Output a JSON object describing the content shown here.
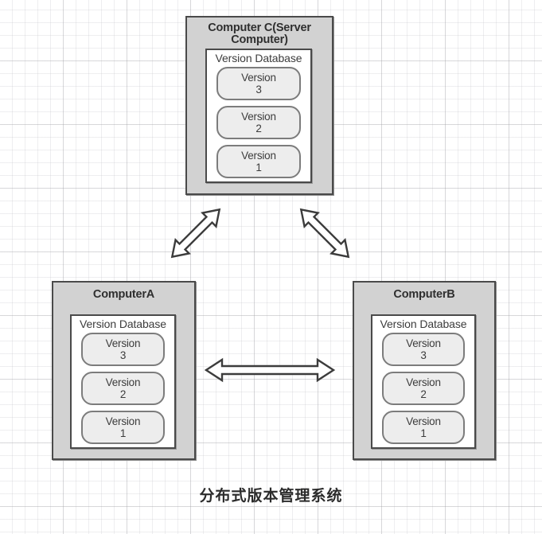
{
  "diagram": {
    "caption": "分布式版本管理系统",
    "nodes": [
      {
        "id": "computer-c",
        "title": "Computer C(Server Computer)",
        "db_label": "Version Database",
        "versions": [
          {
            "name": "Version",
            "number": "3"
          },
          {
            "name": "Version",
            "number": "2"
          },
          {
            "name": "Version",
            "number": "1"
          }
        ]
      },
      {
        "id": "computer-a",
        "title": "ComputerA",
        "db_label": "Version Database",
        "versions": [
          {
            "name": "Version",
            "number": "3"
          },
          {
            "name": "Version",
            "number": "2"
          },
          {
            "name": "Version",
            "number": "1"
          }
        ]
      },
      {
        "id": "computer-b",
        "title": "ComputerB",
        "db_label": "Version Database",
        "versions": [
          {
            "name": "Version",
            "number": "3"
          },
          {
            "name": "Version",
            "number": "2"
          },
          {
            "name": "Version",
            "number": "1"
          }
        ]
      }
    ],
    "connectors": [
      {
        "id": "c-to-a",
        "from": "computer-c",
        "to": "computer-a",
        "style": "double-headed-open-arrow"
      },
      {
        "id": "c-to-b",
        "from": "computer-c",
        "to": "computer-b",
        "style": "double-headed-open-arrow"
      },
      {
        "id": "a-to-b",
        "from": "computer-a",
        "to": "computer-b",
        "style": "double-headed-open-arrow"
      }
    ],
    "colors": {
      "node_fill": "#d2d2d2",
      "node_border": "#4a4a4a",
      "panel_fill": "#ffffff",
      "pill_fill": "#ededed",
      "pill_border": "#7c7c7c",
      "arrow_stroke": "#3c3c3c",
      "arrow_fill": "#ffffff",
      "text": "#2f2f2f",
      "grid_line": "#c8c8cd"
    }
  }
}
